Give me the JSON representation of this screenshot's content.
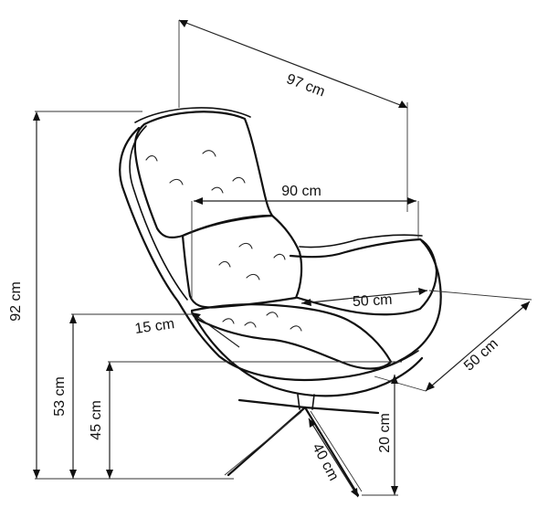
{
  "dimensions": {
    "depth_total": "97 cm",
    "width_arms": "90 cm",
    "seat_depth": "50 cm",
    "base_width": "50 cm",
    "seat_thickness": "15 cm",
    "height_total": "92 cm",
    "height_arm": "53 cm",
    "height_seat": "45 cm",
    "base_height": "20 cm",
    "leg_span": "40 cm"
  },
  "colors": {
    "ink": "#111111",
    "background": "#ffffff"
  }
}
